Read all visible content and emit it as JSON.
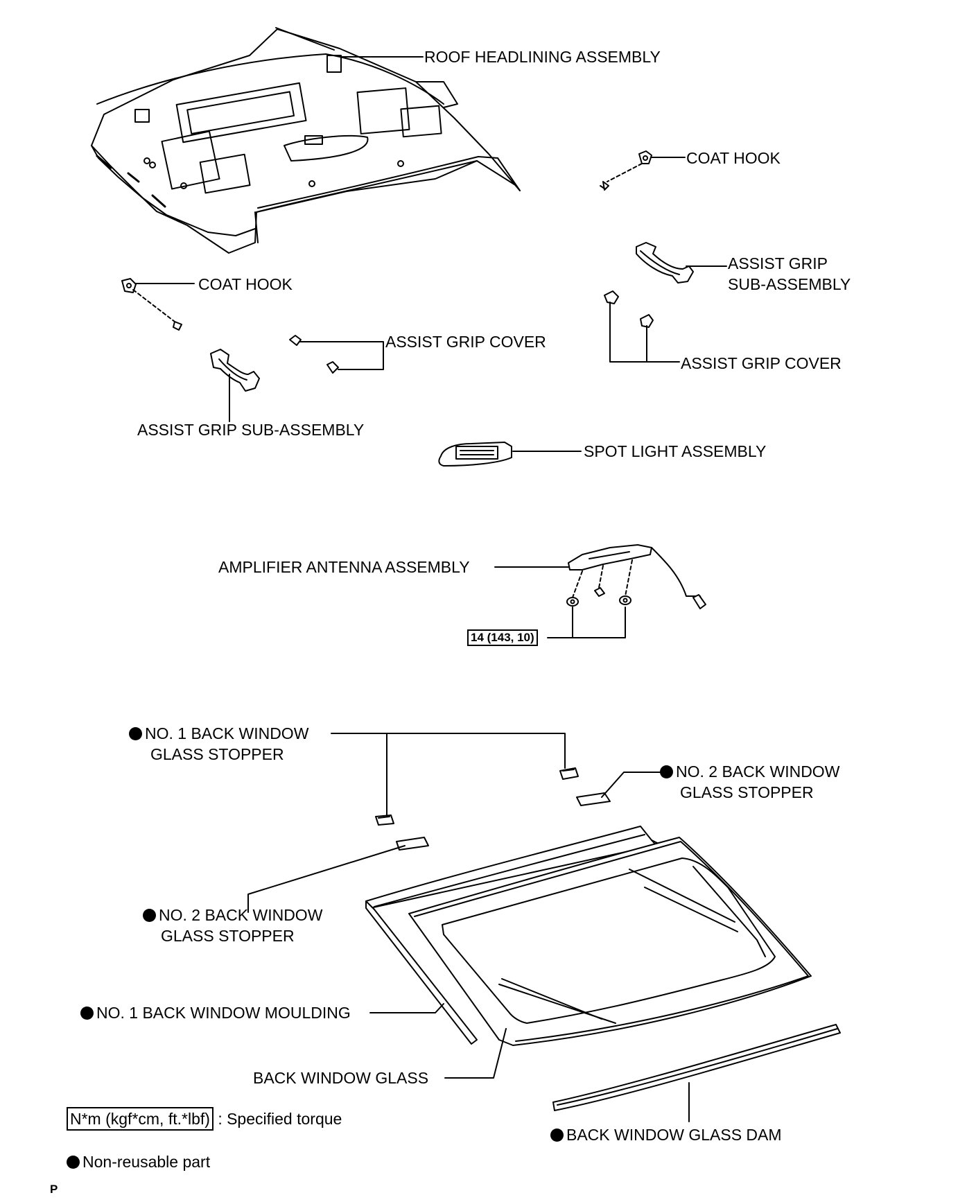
{
  "labels": {
    "roof_headlining": "ROOF HEADLINING ASSEMBLY",
    "coat_hook_right": "COAT HOOK",
    "coat_hook_left": "COAT HOOK",
    "assist_grip_sub_right_l1": "ASSIST GRIP",
    "assist_grip_sub_right_l2": "SUB-ASSEMBLY",
    "assist_grip_cover_left": "ASSIST GRIP COVER",
    "assist_grip_cover_right": "ASSIST GRIP COVER",
    "assist_grip_sub_left": "ASSIST GRIP SUB-ASSEMBLY",
    "spot_light": "SPOT LIGHT ASSEMBLY",
    "amplifier_antenna": "AMPLIFIER ANTENNA ASSEMBLY",
    "torque_value": "14 (143, 10)",
    "stopper1_left_l1": "NO. 1 BACK WINDOW",
    "stopper1_left_l2": "GLASS STOPPER",
    "stopper2_right_l1": "NO. 2 BACK WINDOW",
    "stopper2_right_l2": "GLASS STOPPER",
    "stopper2_left_l1": "NO. 2 BACK WINDOW",
    "stopper2_left_l2": "GLASS STOPPER",
    "moulding": "NO. 1 BACK WINDOW MOULDING",
    "back_glass": "BACK WINDOW GLASS",
    "glass_dam": "BACK WINDOW GLASS DAM"
  },
  "legend": {
    "torque_unit": "N*m (kgf*cm, ft.*lbf)",
    "torque_desc": ": Specified torque",
    "non_reusable": "Non-reusable part"
  },
  "corner_mark": "P"
}
